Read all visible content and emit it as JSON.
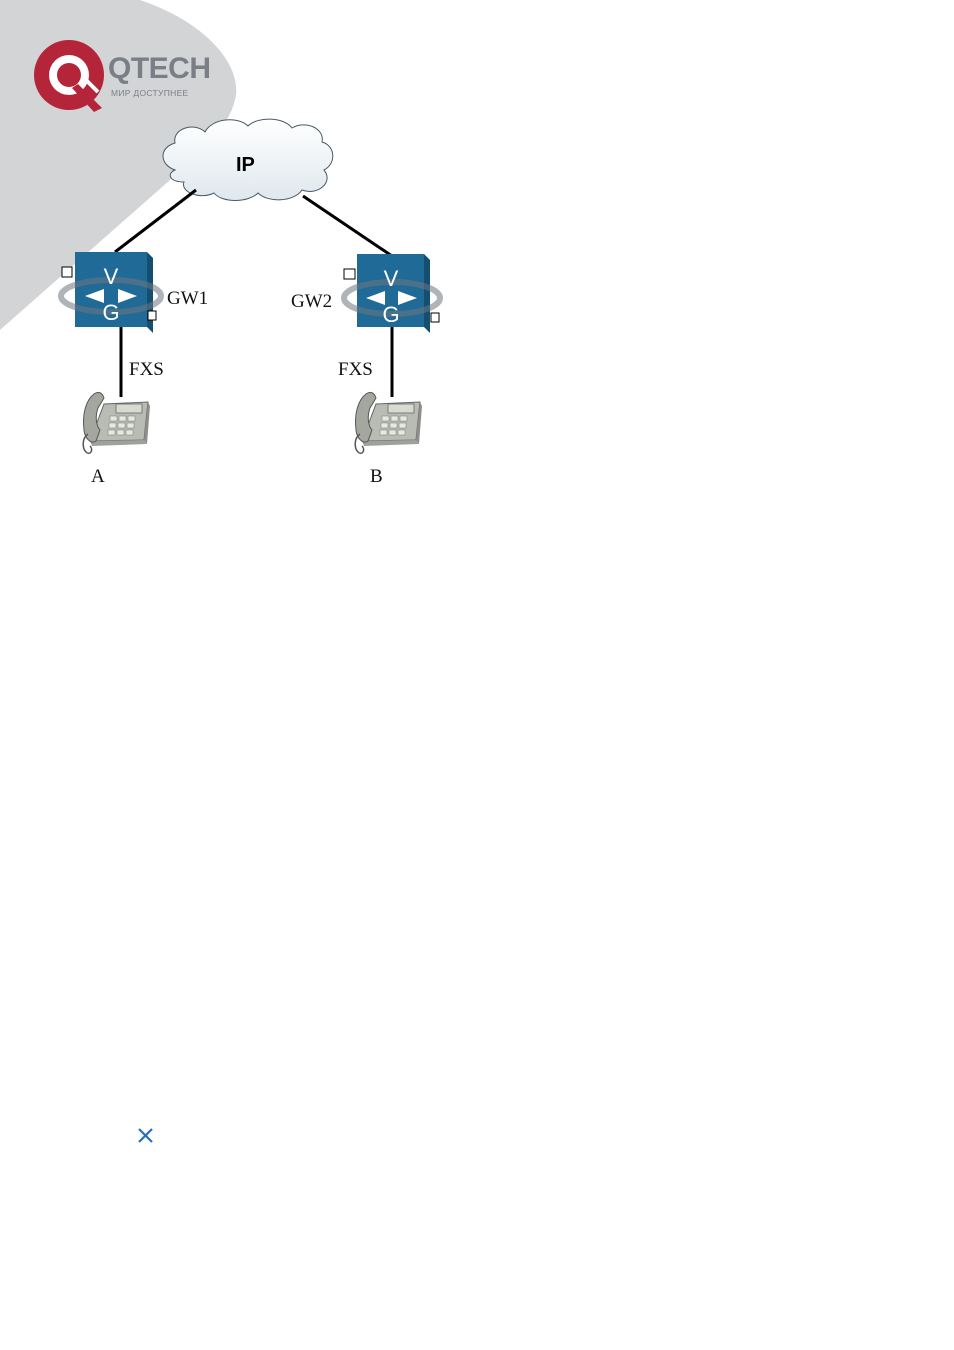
{
  "brand": {
    "name": "QTECH",
    "tagline": "МИР ДОСТУПНЕЕ",
    "color_red": "#b5253a",
    "color_gray": "#7a7f86"
  },
  "diagram": {
    "network_label": "IP",
    "gateways": [
      {
        "label": "GW1",
        "letters_top": "V",
        "letters_bottom": "G"
      },
      {
        "label": "GW2",
        "letters_top": "V",
        "letters_bottom": "G"
      }
    ],
    "links": [
      {
        "label": "FXS"
      },
      {
        "label": "FXS"
      }
    ],
    "phones": [
      {
        "label": "A"
      },
      {
        "label": "B"
      }
    ],
    "gateway_color": "#1f6a96"
  },
  "icons": {
    "close": "close-icon"
  }
}
